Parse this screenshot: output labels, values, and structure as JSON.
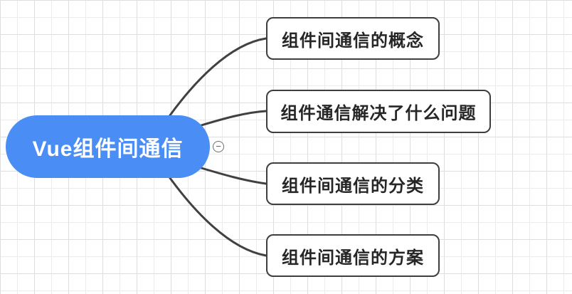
{
  "diagram": {
    "type": "mindmap",
    "root": {
      "label": "Vue组件间通信"
    },
    "collapse_button": {
      "symbol": "−",
      "state": "expanded"
    },
    "branches": [
      {
        "label": "组件间通信的概念"
      },
      {
        "label": "组件通信解决了什么问题"
      },
      {
        "label": "组件间通信的分类"
      },
      {
        "label": "组件间通信的方案"
      }
    ]
  },
  "colors": {
    "canvas_bg": "#ffffff",
    "grid_minor": "#ececec",
    "grid_major": "#dedede",
    "root_bg": "#4a8df5",
    "root_text": "#ffffff",
    "branch_bg": "#ffffff",
    "branch_border": "#3e3e3e",
    "branch_text": "#262626",
    "connector": "#414141",
    "collapse_border": "#6d6d6d"
  }
}
